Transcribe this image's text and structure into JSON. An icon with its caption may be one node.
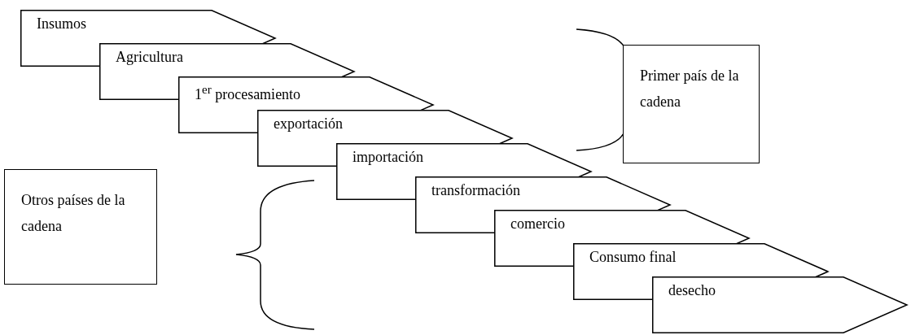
{
  "diagram": {
    "nodes": [
      {
        "text": [
          "Insumos"
        ]
      },
      {
        "text": [
          "Agricultura"
        ]
      },
      {
        "text": [
          "1$^{er}$ procesamiento"
        ]
      },
      {
        "text": [
          "exportación"
        ]
      },
      {
        "text": [
          "importación"
        ]
      },
      {
        "text": [
          "transformación"
        ]
      },
      {
        "text": [
          "comercio"
        ]
      },
      {
        "text": [
          "Consumo final"
        ]
      },
      {
        "text": [
          "desecho"
        ]
      },
      {
        "text": [
          "Primer país de la cadena"
        ]
      },
      {
        "text": [
          "Otros países de la cadena"
        ]
      }
    ],
    "edges": []
  }
}
